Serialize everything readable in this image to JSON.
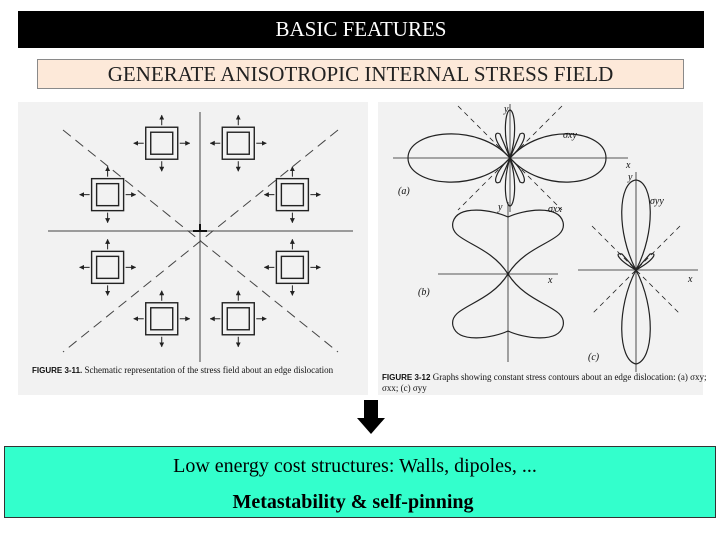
{
  "header": {
    "title": "BASIC FEATURES",
    "subtitle": "GENERATE ANISOTROPIC INTERNAL STRESS FIELD"
  },
  "figures": {
    "left": {
      "caption_label": "FIGURE 3-11.",
      "caption_text": "Schematic representation of the stress field about an edge dislocation"
    },
    "right": {
      "caption_label": "FIGURE 3-12",
      "caption_text": "Graphs showing constant stress contours about an edge dislocation: (a) σxy;",
      "caption_text_2": "σxx; (c) σyy",
      "panel_labels": [
        "(a)",
        "(b)",
        "(c)"
      ],
      "axis_labels": [
        "x",
        "y"
      ],
      "stress_labels": [
        "σxy",
        "σxx",
        "σyy"
      ]
    }
  },
  "summary": {
    "line1": "Low energy cost structures: Walls, dipoles, ...",
    "line2": "Metastability & self-pinning"
  },
  "colors": {
    "title_background": "#000000",
    "subtitle_background": "#fde9d9",
    "summary_background": "#33ffcc",
    "figure_background": "#f2f2f2"
  }
}
